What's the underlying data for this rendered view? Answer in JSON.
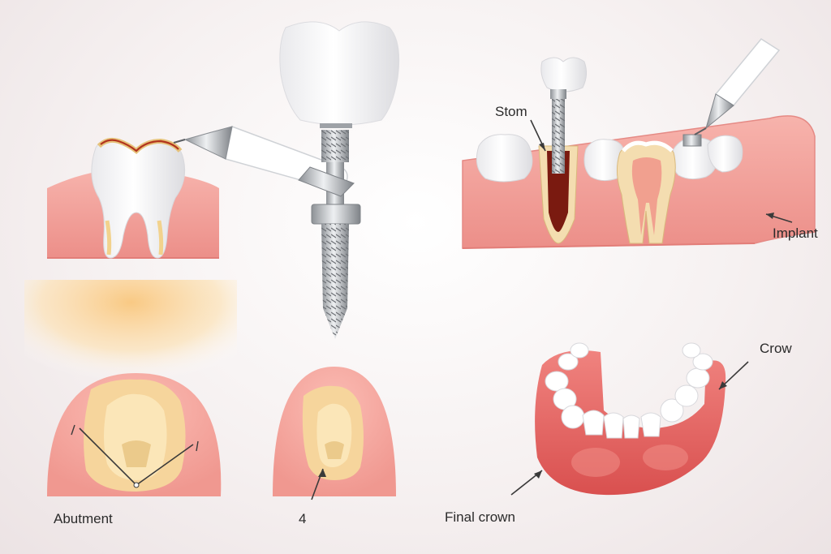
{
  "labels": {
    "stom": "Stom",
    "implant": "Implant",
    "crow": "Crow",
    "final_crown": "Final crown",
    "abutment": "Abutment",
    "four": "4"
  },
  "colors": {
    "gum": "#f3a49d",
    "gum_dark": "#e06f70",
    "tooth": "#ffffff",
    "dentin": "#f4ddb0",
    "pulp": "#f1a08f",
    "metal": "#b9bcc0",
    "glow": "#fbd9a0"
  },
  "icons": [
    "dental-drill-icon",
    "dental-implant-icon",
    "molar-tooth-icon",
    "lower-jaw-icon"
  ]
}
